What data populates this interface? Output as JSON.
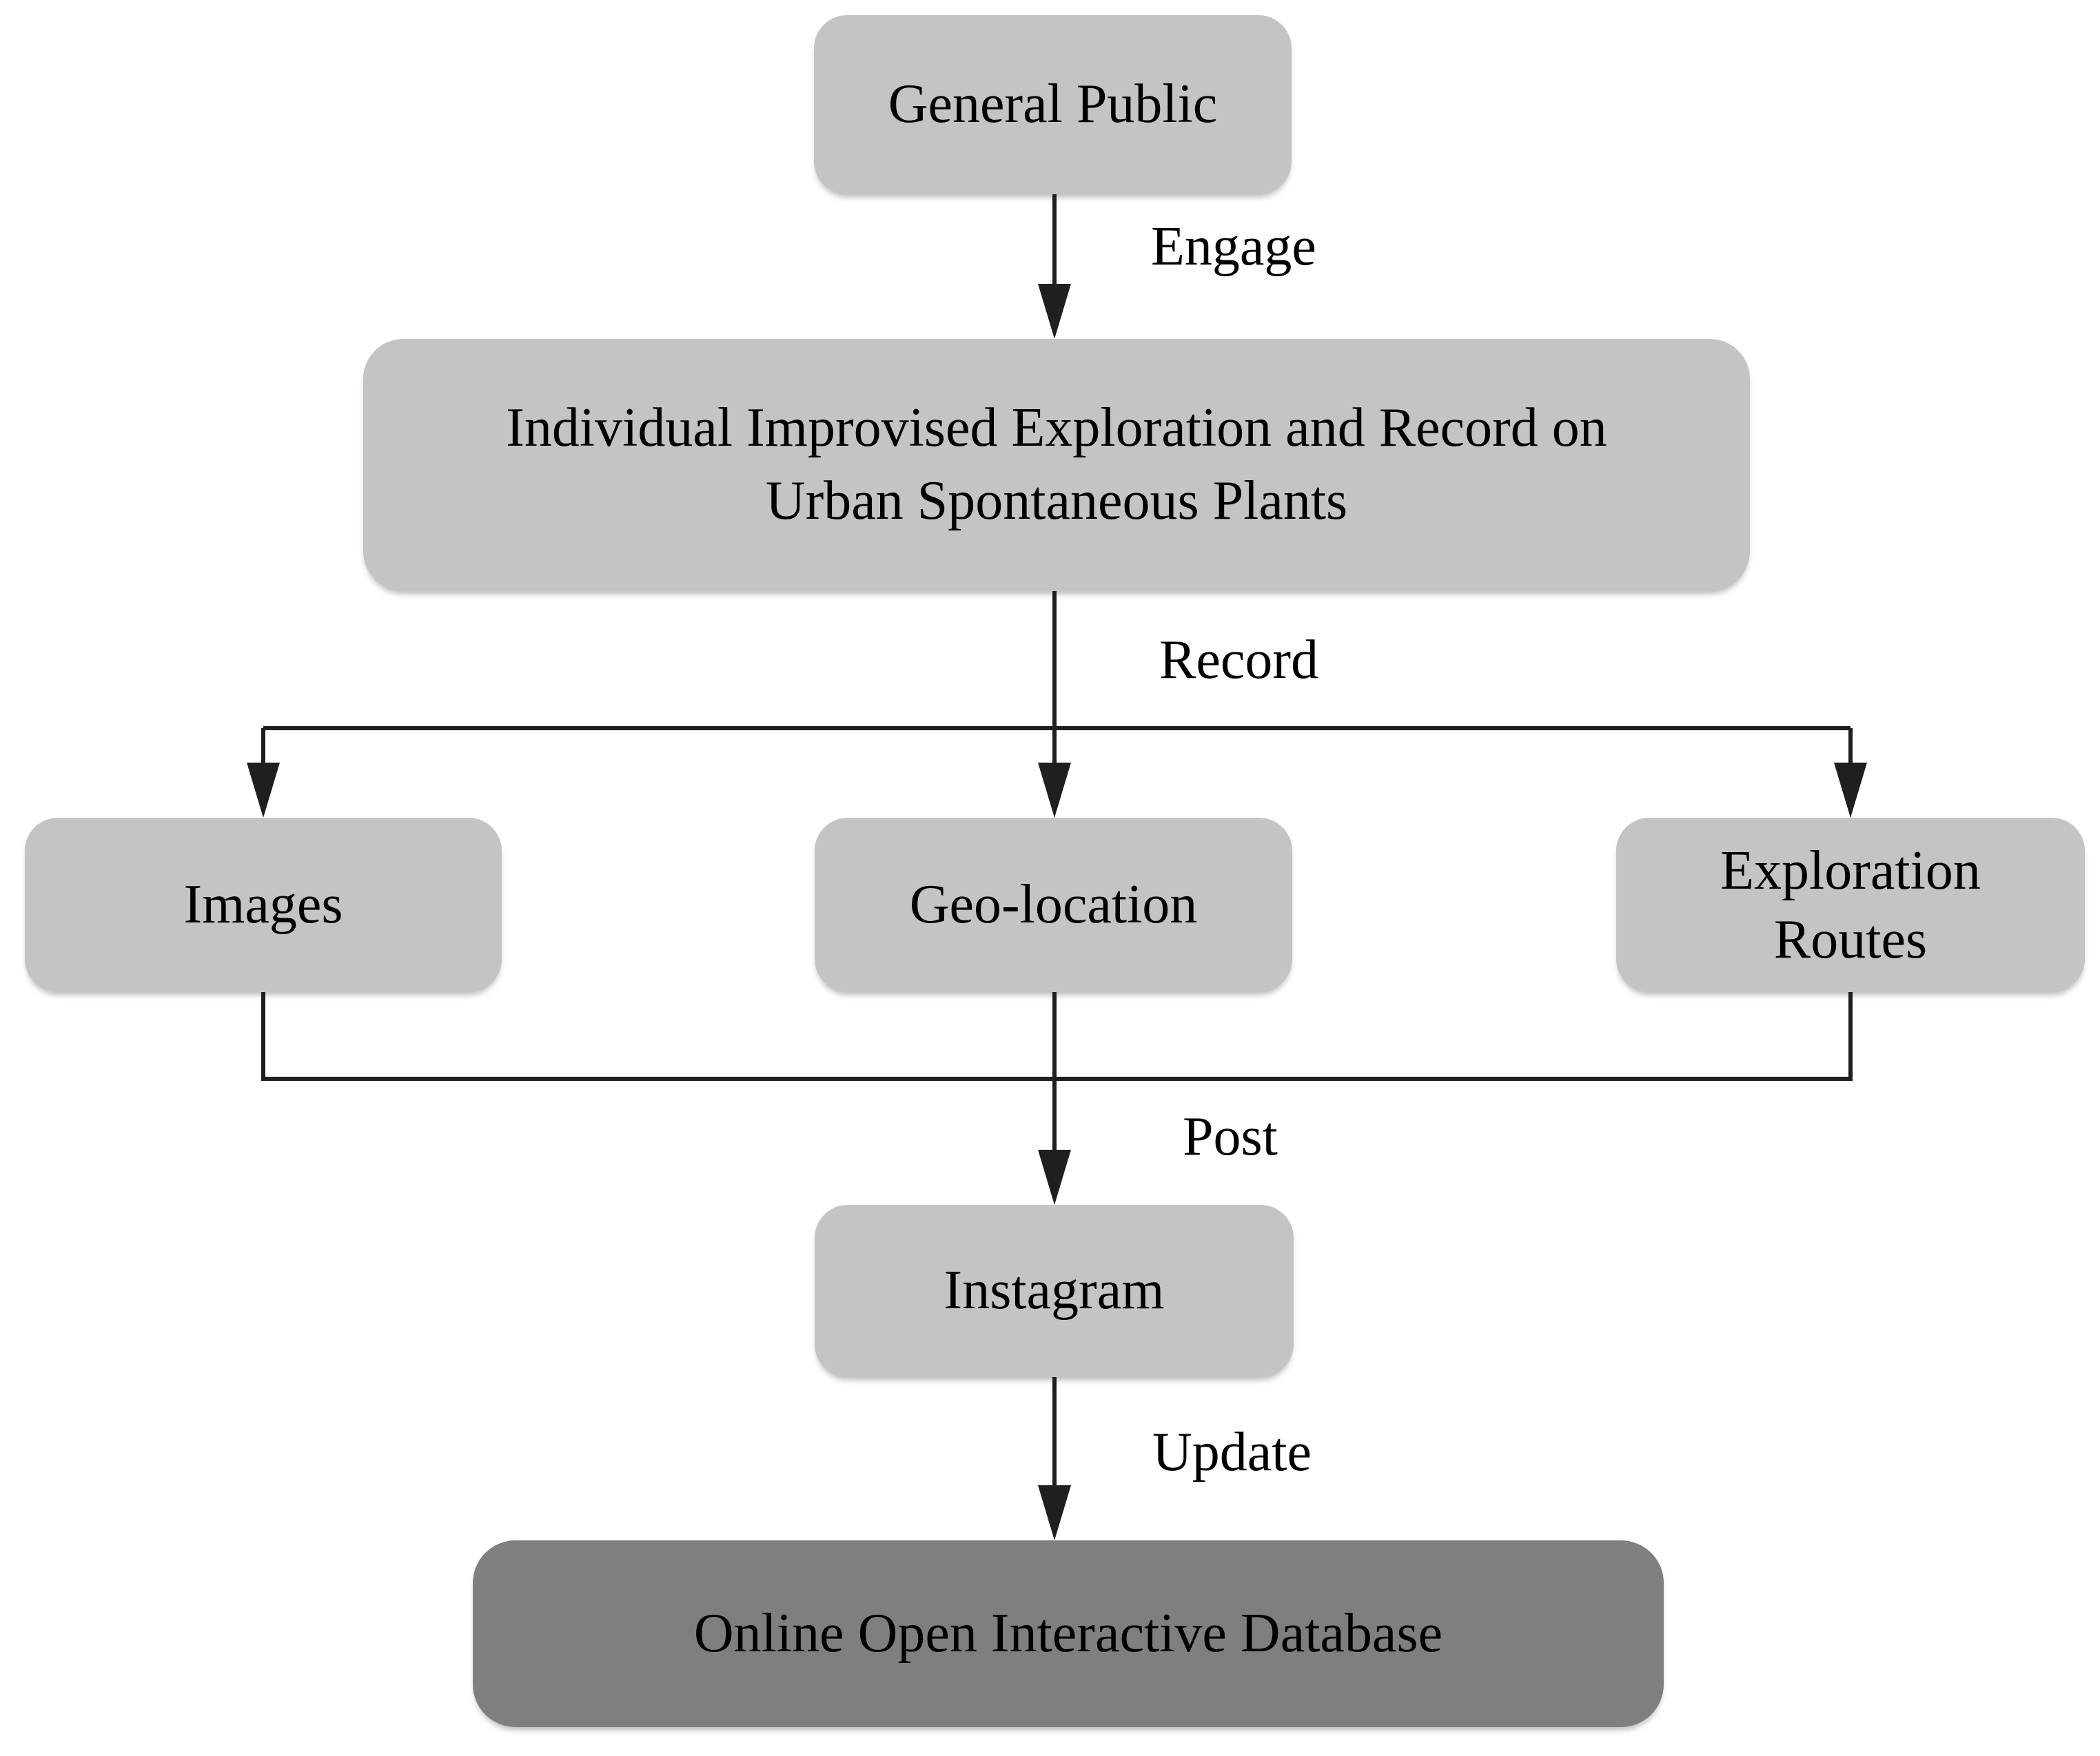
{
  "colors": {
    "node_fill_light": "#c4c4c4",
    "node_fill_dark": "#7f7f7f",
    "connector": "#1f1f1f",
    "text": "#000000",
    "background": "#ffffff"
  },
  "nodes": {
    "general_public": {
      "label": "General Public"
    },
    "individual_exploration": {
      "label": "Individual Improvised Exploration and Record on Urban Spontaneous Plants"
    },
    "images": {
      "label": "Images"
    },
    "geo_location": {
      "label": "Geo-location"
    },
    "exploration_routes": {
      "label": "Exploration Routes"
    },
    "instagram": {
      "label": "Instagram"
    },
    "online_database": {
      "label": "Online Open Interactive Database"
    }
  },
  "edges": {
    "engage": {
      "label": "Engage",
      "from": "general_public",
      "to": "individual_exploration"
    },
    "record": {
      "label": "Record",
      "from": "individual_exploration",
      "to": "images | geo_location | exploration_routes"
    },
    "post": {
      "label": "Post",
      "from": "images | geo_location | exploration_routes",
      "to": "instagram"
    },
    "update": {
      "label": "Update",
      "from": "instagram",
      "to": "online_database"
    }
  }
}
